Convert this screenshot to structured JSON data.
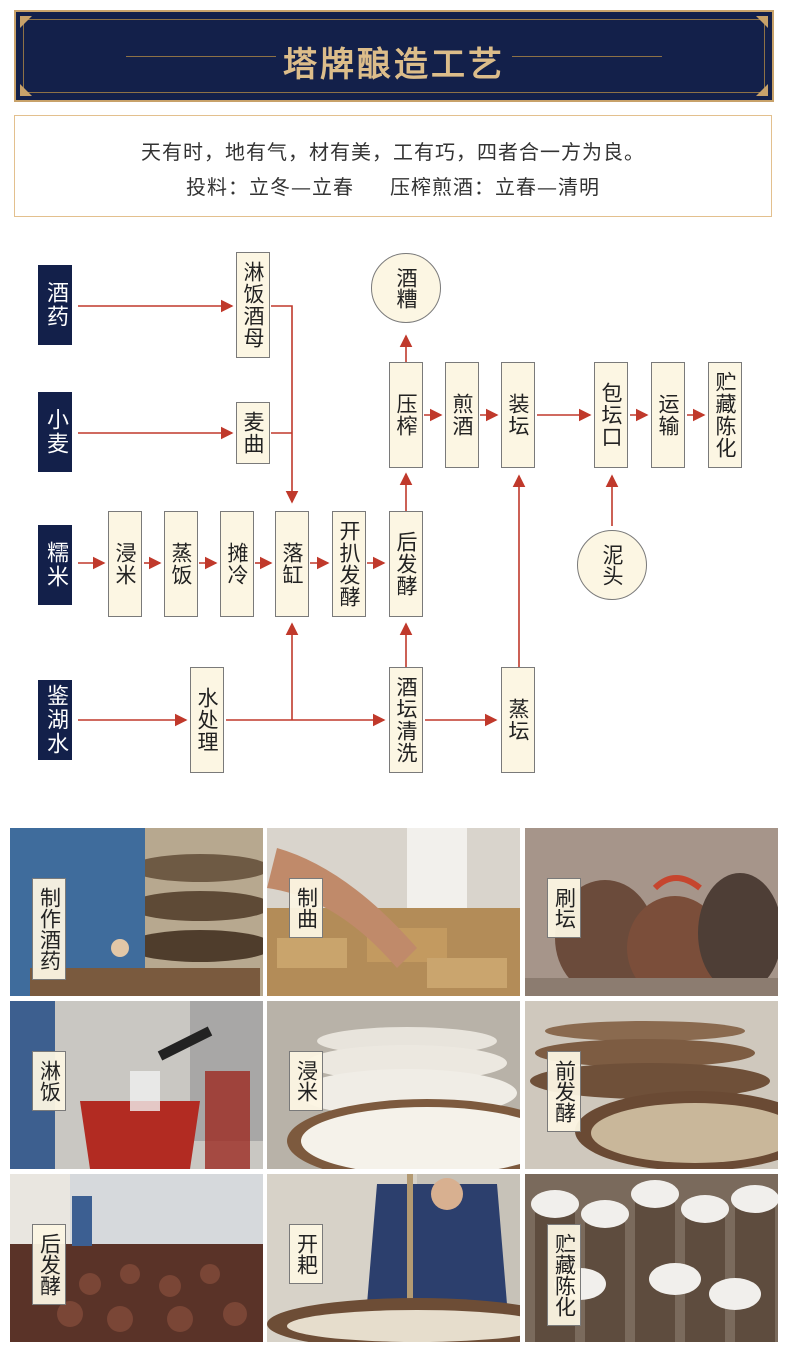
{
  "header": {
    "title": "塔牌酿造工艺"
  },
  "intro": {
    "line1": "天有时，地有气，材有美，工有巧，四者合一方为良。",
    "line2_a": "投料：立冬—立春",
    "line2_b": "压榨煎酒：立春—清明"
  },
  "flow": {
    "sources": [
      "酒药",
      "小麦",
      "糯米",
      "鉴湖水"
    ],
    "nodes": {
      "linfan": "淋饭酒母",
      "maiqu": "麦曲",
      "jinmi": "浸米",
      "zhengfan": "蒸饭",
      "tanleng": "摊冷",
      "luogang": "落缸",
      "kaipa": "开扒发酵",
      "houfa": "后发酵",
      "yazha": "压榨",
      "jianjiu": "煎酒",
      "zhuangtan": "装坛",
      "baotankou": "包坛口",
      "yunshu": "运输",
      "zhucang": "贮藏陈化",
      "shuichuli": "水处理",
      "jiutan": "酒坛清洗",
      "zhengtan": "蒸坛",
      "jiuzao": "酒糟",
      "nitou": "泥头"
    },
    "colors": {
      "navy": "#13204a",
      "gold": "#c8a26a",
      "arrow": "#c0392b",
      "box_fill": "#fcf6e3"
    }
  },
  "photos": [
    {
      "label": "制作酒药"
    },
    {
      "label": "制曲"
    },
    {
      "label": "刷坛"
    },
    {
      "label": "淋饭"
    },
    {
      "label": "浸米"
    },
    {
      "label": "前发酵"
    },
    {
      "label": "后发酵"
    },
    {
      "label": "开耙"
    },
    {
      "label": "贮藏陈化"
    }
  ]
}
